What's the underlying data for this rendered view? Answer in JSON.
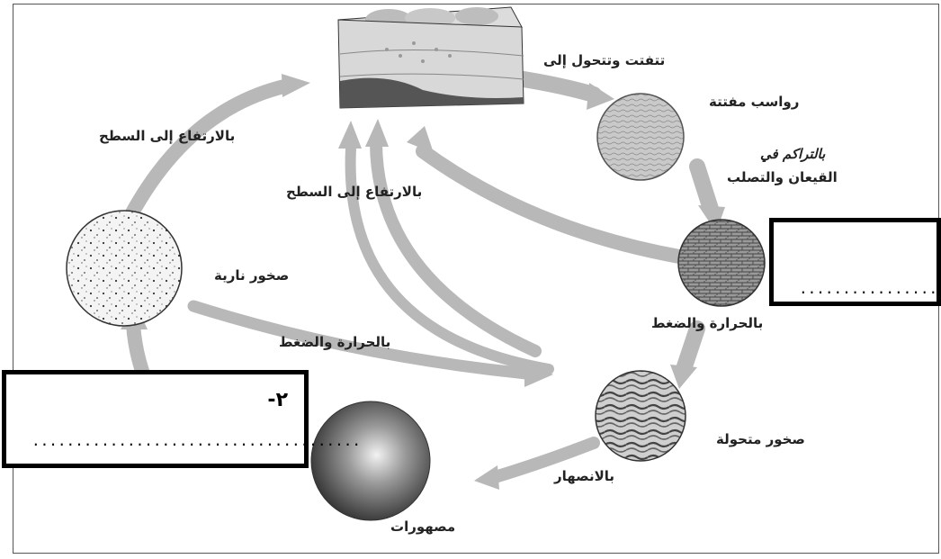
{
  "labels": {
    "weathering": "تتفتت وتتحول إلى",
    "sediments": "رواسب مفتتة",
    "deposition_line1": "بالتراكم في",
    "deposition_line2": "القيعان والتصلب",
    "uplift_left": "بالارتفاع إلى السطح",
    "uplift_center": "بالارتفاع إلى السطح",
    "igneous": "صخور نارية",
    "heat_pressure_center": "بالحرارة والضغط",
    "heat_pressure_right": "بالحرارة والضغط",
    "metamorphic": "صخور متحولة",
    "melting": "بالانصهار",
    "magma": "مصهورات"
  },
  "answer_boxes": {
    "box1": {
      "dots": "...................."
    },
    "box2": {
      "number": "٢-",
      "dots": "......................................"
    }
  },
  "colors": {
    "arrow": "#b8b8b8",
    "magma_center": "#f2f2f2",
    "magma_edge": "#2e2e2e"
  }
}
